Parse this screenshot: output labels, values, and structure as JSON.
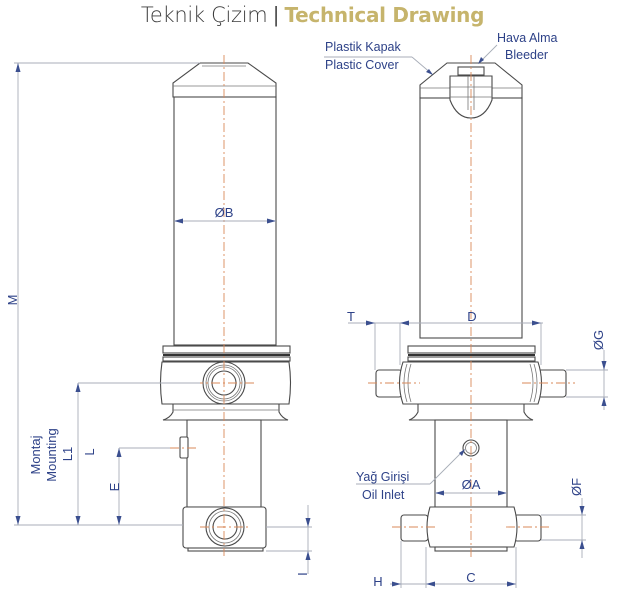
{
  "title": {
    "turkish": "Teknik Çizim",
    "separator": "|",
    "english": "Technical Drawing"
  },
  "colors": {
    "line": "#4a4a4a",
    "centerline": "#d9895a",
    "dimension_text": "#2e4288",
    "accent_gold": "#c6b46c"
  },
  "left_view": {
    "dims": {
      "M": "M",
      "B": "ØB",
      "L1": "L1",
      "L": "L",
      "E": "E",
      "I": "I"
    },
    "mounting_tr": "Montaj",
    "mounting_en": "Mounting"
  },
  "right_view": {
    "dims": {
      "T": "T",
      "D": "D",
      "G": "ØG",
      "A": "ØA",
      "F": "ØF",
      "H": "H",
      "C": "C"
    },
    "cover_tr": "Plastik Kapak",
    "cover_en": "Plastic Cover",
    "bleeder_tr": "Hava Alma",
    "bleeder_en": "Bleeder",
    "inlet_tr": "Yağ Girişi",
    "inlet_en": "Oil Inlet"
  }
}
